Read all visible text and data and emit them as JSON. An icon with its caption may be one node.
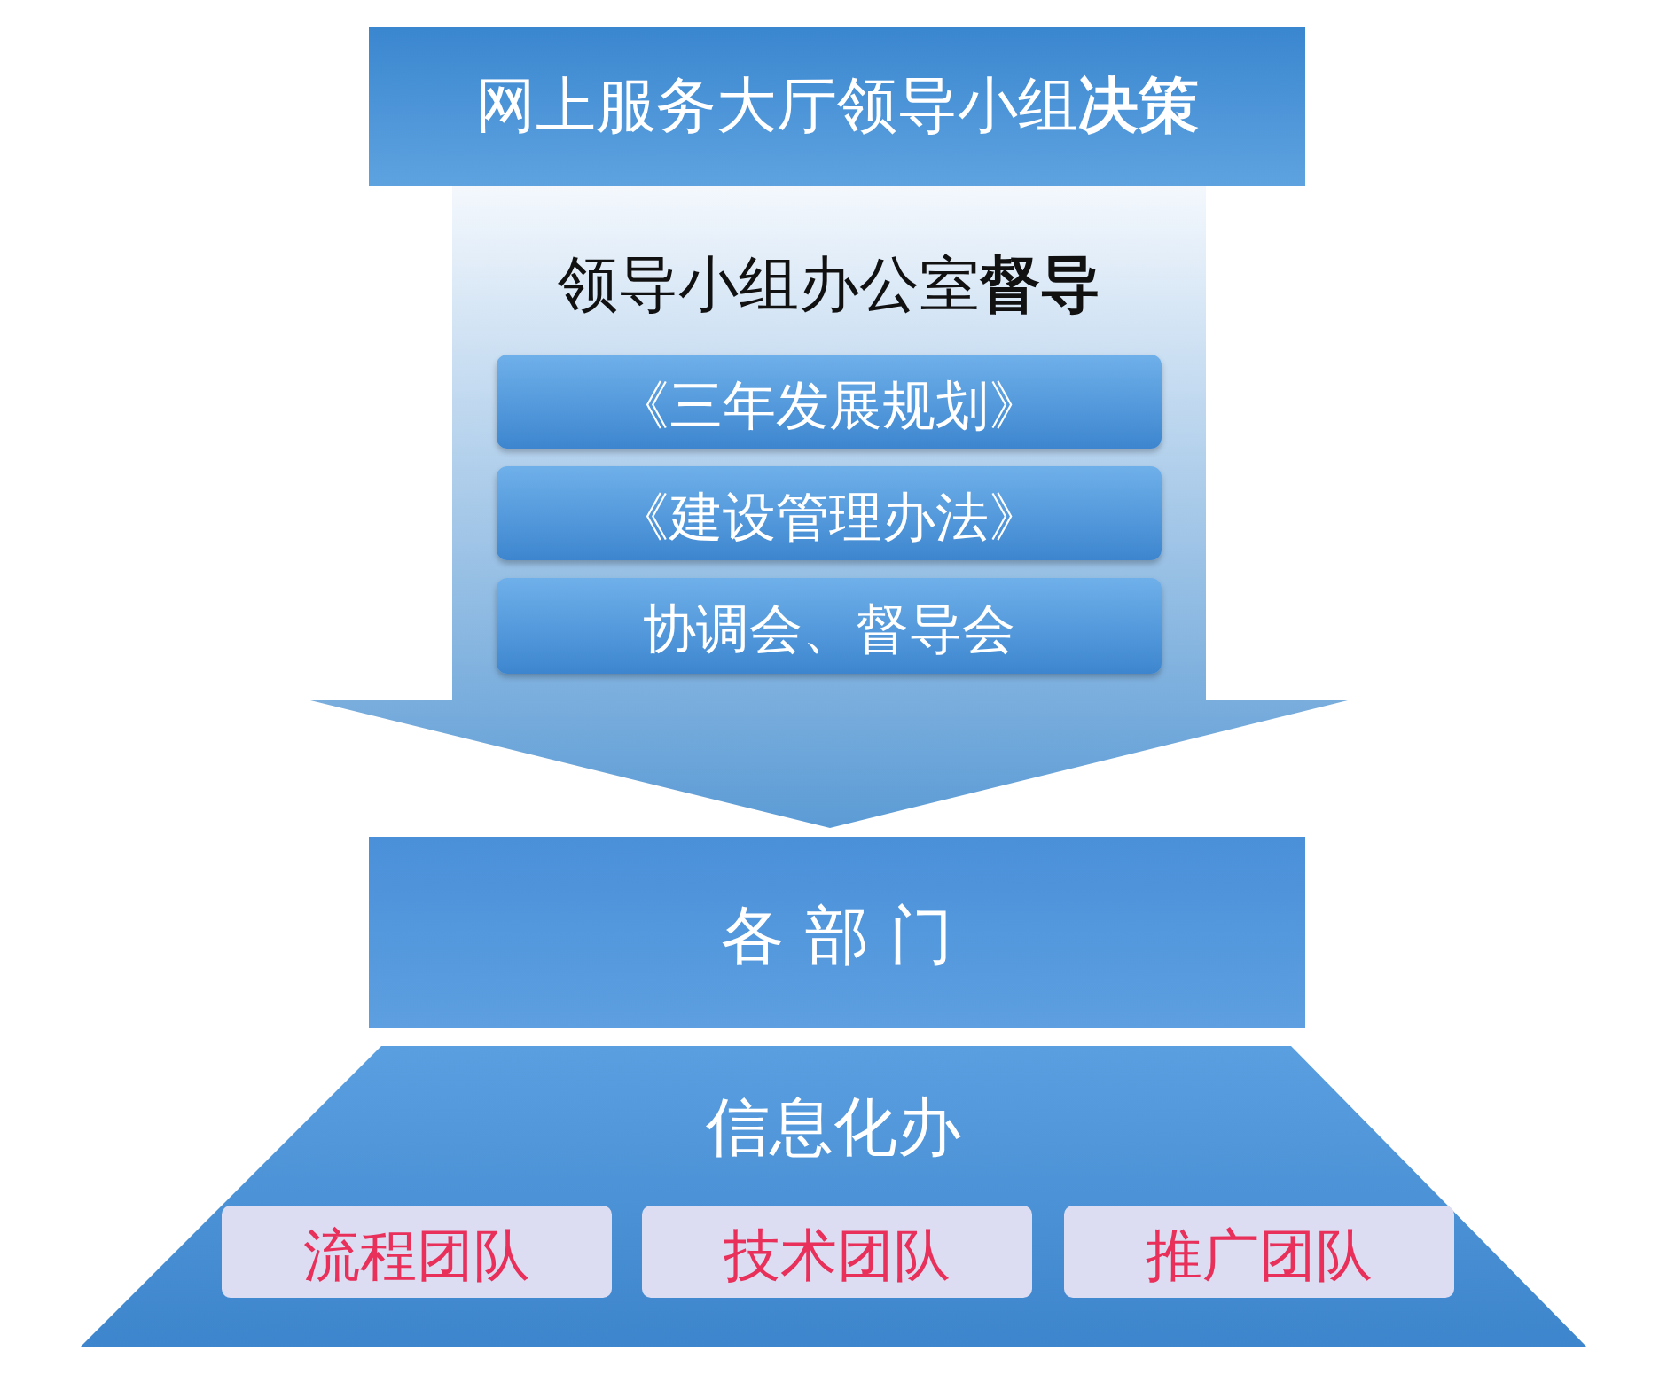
{
  "diagram": {
    "nodes": [
      {
        "text": [
          "网上服务大厅领导小组**决策**"
        ]
      },
      {
        "text": [
          "领导小组办公室**督导**"
        ]
      },
      {
        "text": [
          "《三年发展规划》"
        ],
        "in": 1
      },
      {
        "text": [
          "《建设管理办法》"
        ],
        "in": 1
      },
      {
        "text": [
          "协调会、督导会"
        ],
        "in": 1
      },
      {
        "text": [
          "各 部 门"
        ]
      },
      {
        "text": [
          "信息化办"
        ]
      },
      {
        "text": [
          "流程团队"
        ],
        "in": 6
      },
      {
        "text": [
          "技术团队"
        ],
        "in": 6
      },
      {
        "text": [
          "推广团队"
        ],
        "in": 6
      }
    ]
  }
}
